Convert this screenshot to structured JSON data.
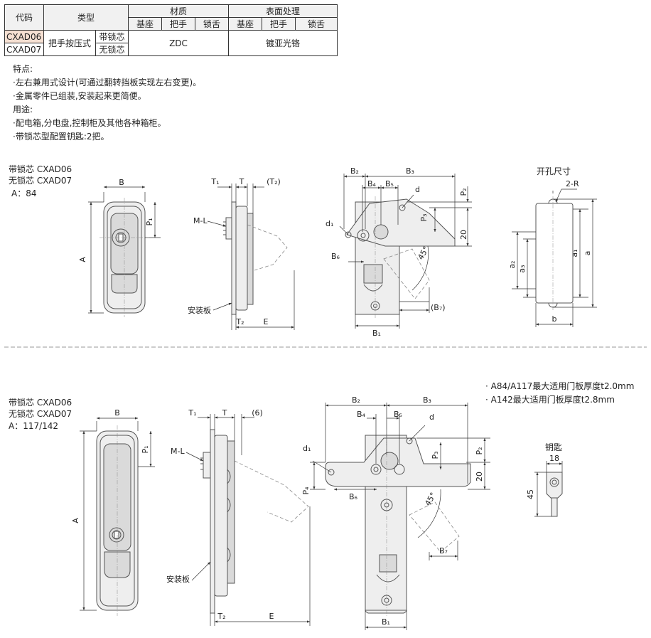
{
  "spec_table": {
    "h_code": "代码",
    "h_type": "类型",
    "h_material": "材质",
    "h_finish": "表面处理",
    "h_base": "基座",
    "h_handle": "把手",
    "h_tongue": "锁舌",
    "row1_code": "CXAD06",
    "row2_code": "CXAD07",
    "type": "把手按压式",
    "row1_core": "带锁芯",
    "row2_core": "无锁芯",
    "material_value": "ZDC",
    "finish_value": "镀亚光铬",
    "highlight_color": "#f6e0d2"
  },
  "features": {
    "title": "特点:",
    "items": [
      "·左右兼用式设计(可通过翻转挡板实现左右变更)。",
      "·金属零件已组装,安装起来更简便。"
    ],
    "usage_title": "用途:",
    "usage_items": [
      "·配电箱,分电盘,控制柜及其他各种箱柜。",
      "·带锁芯型配置钥匙:2把。"
    ]
  },
  "section1": {
    "with_core": "带锁芯 CXAD06",
    "without_core": "无锁芯 CXAD07",
    "a_value": "A：84"
  },
  "section2": {
    "with_core": "带锁芯 CXAD06",
    "without_core": "无锁芯 CXAD07",
    "a_value": "A：117/142"
  },
  "notes": [
    "· A84/A117最大适用门板厚度t2.0mm",
    "· A142最大适用门板厚度t2.8mm"
  ],
  "cutout_title": "开孔尺寸",
  "key_title": "钥匙",
  "dims": {
    "A": "A",
    "B": "B",
    "P1": "P₁",
    "P2": "P₂",
    "P3": "P₃",
    "P4": "P₄",
    "T": "T",
    "T1": "T₁",
    "T2": "T₂",
    "T2p": "(T₂)",
    "six": "(6)",
    "E": "E",
    "ML": "M-L",
    "mount": "安装板",
    "B1": "B₁",
    "B2": "B₂",
    "B3": "B₃",
    "B4": "B₄",
    "B5": "B₅",
    "B6": "B₆",
    "B7": "B₇",
    "B7p": "(B₇)",
    "d": "d",
    "d1": "d₁",
    "twenty": "20",
    "deg": "45°",
    "twoR": "2-R",
    "a": "a",
    "a1": "a₁",
    "a2": "a₂",
    "a3": "a₃",
    "b": "b",
    "k18": "18",
    "k45": "45"
  }
}
